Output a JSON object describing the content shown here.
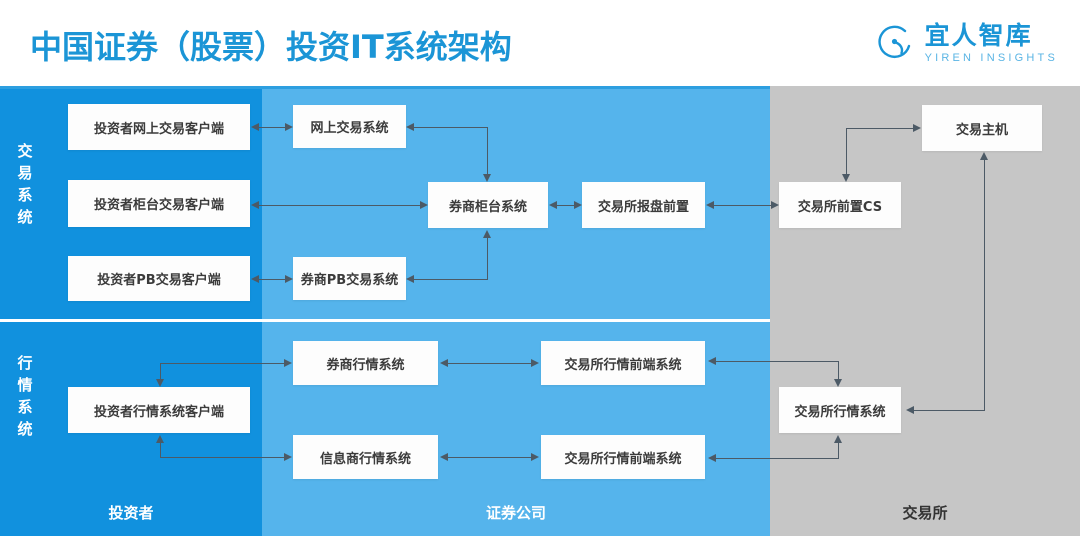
{
  "header": {
    "title": "中国证券（股票）投资IT系统架构",
    "logo": {
      "mark": "swirl-circle-icon",
      "cn": "宜人智库",
      "en": "YIREN INSIGHTS"
    }
  },
  "colors": {
    "title_blue": "#1b95d6",
    "band_investor": "#1191de",
    "band_broker": "#55b4ec",
    "band_exchange": "#c6c6c6",
    "box_fill": "#fdfdfd",
    "connector": "#4c5a66",
    "box_text": "#3b3b3b"
  },
  "columns": [
    {
      "key": "investor",
      "footer": "投资者"
    },
    {
      "key": "broker",
      "footer": "证券公司"
    },
    {
      "key": "exchange",
      "footer": "交易所"
    }
  ],
  "sections": [
    {
      "key": "trading",
      "label": "交易系统"
    },
    {
      "key": "quote",
      "label": "行情系统"
    }
  ],
  "nodes": {
    "investor_online": "投资者网上交易客户端",
    "investor_counter": "投资者柜台交易客户端",
    "investor_pb": "投资者PB交易客户端",
    "investor_quote": "投资者行情系统客户端",
    "online_trade_sys": "网上交易系统",
    "broker_counter": "券商柜台系统",
    "broker_pb": "券商PB交易系统",
    "exch_order_front": "交易所报盘前置",
    "exch_front_cs": "交易所前置CS",
    "exch_host": "交易主机",
    "broker_quote": "券商行情系统",
    "infovendor_quote": "信息商行情系统",
    "exch_quote_front1": "交易所行情前端系统",
    "exch_quote_front2": "交易所行情前端系统",
    "exch_quote_sys": "交易所行情系统"
  }
}
